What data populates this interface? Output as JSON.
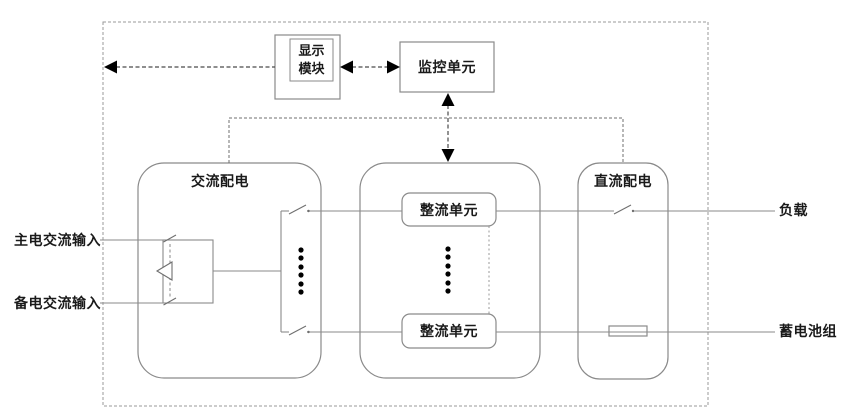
{
  "labels": {
    "display_module_line1": "显示",
    "display_module_line2": "模块",
    "monitoring_unit": "监控单元",
    "ac_distribution": "交流配电",
    "dc_distribution": "直流配电",
    "rectifier_unit_top": "整流单元",
    "rectifier_unit_bottom": "整流单元",
    "main_ac_input": "主电交流输入",
    "backup_ac_input": "备电交流输入",
    "load": "负载",
    "battery_group": "蓄电池组"
  },
  "icons": {
    "breaker_switch": "breaker-switch-icon",
    "transfer_switch_triangle": "transfer-switch-triangle-icon",
    "fuse": "fuse-icon",
    "vertical_ellipsis": "vertical-ellipsis-dots",
    "arrowhead": "filled-triangle-arrowhead"
  },
  "colors": {
    "box_stroke": "#8a8a8a",
    "line": "#8a8a8a",
    "dashed_connector": "#4a4a4a",
    "text": "#1a1a1a",
    "arrowhead": "#000000",
    "dots": "#000000",
    "background": "#ffffff"
  }
}
